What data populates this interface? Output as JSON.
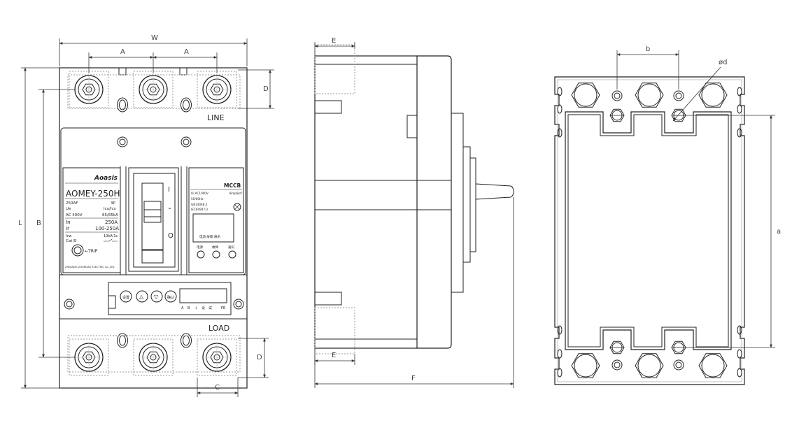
{
  "front_view": {
    "dimensions": {
      "width": "W",
      "pole_pitch": "A",
      "height_total": "L",
      "height_mount": "B",
      "terminal_depth": "D",
      "terminal_width": "C"
    },
    "line_label": "LINE",
    "load_label": "LOAD",
    "nameplate": {
      "brand": "Aoasis",
      "model": "AOMEY-250H",
      "frame": "250AF",
      "poles": "3P",
      "ue_label": "Ue",
      "icu_ics_label": "Icu/Ics",
      "ue_value": "AC 400V",
      "icu_ics_value": "65/65kA",
      "in_label": "In",
      "in_value": "250A",
      "ir_label": "Ir",
      "ir_value": "100-250A",
      "icw_label": "Icw",
      "icw_value": "10kA/1s",
      "category": "Cat B",
      "trip_label": "←TRIP",
      "manufacturer": "ZHEJIANG ZHONGAO ELECTRIC Co.,LTD."
    },
    "handle": {
      "on_mark": "I",
      "off_mark": "O"
    },
    "info_panel": {
      "type": "MCCB",
      "ui": "Ui AC1000V",
      "uimp": "Uimp8kV",
      "freq": "50/60Hz",
      "std1": "GB14048.2",
      "std2": "IEC60947-2",
      "screen_caption": "电源 故障 通讯",
      "led_labels": [
        "电源",
        "故障",
        "通讯"
      ]
    },
    "controller": {
      "keys": [
        "设置",
        "△",
        "▽",
        "确认"
      ],
      "indicators": [
        "A",
        "B",
        "⏚",
        "设",
        "试",
        "PE"
      ]
    }
  },
  "side_view": {
    "dimensions": {
      "terminal_top": "E",
      "terminal_bottom": "E",
      "depth": "F"
    }
  },
  "rear_view": {
    "dimensions": {
      "hole_pitch": "b",
      "hole_diameter": "ød",
      "hole_span": "a"
    }
  }
}
